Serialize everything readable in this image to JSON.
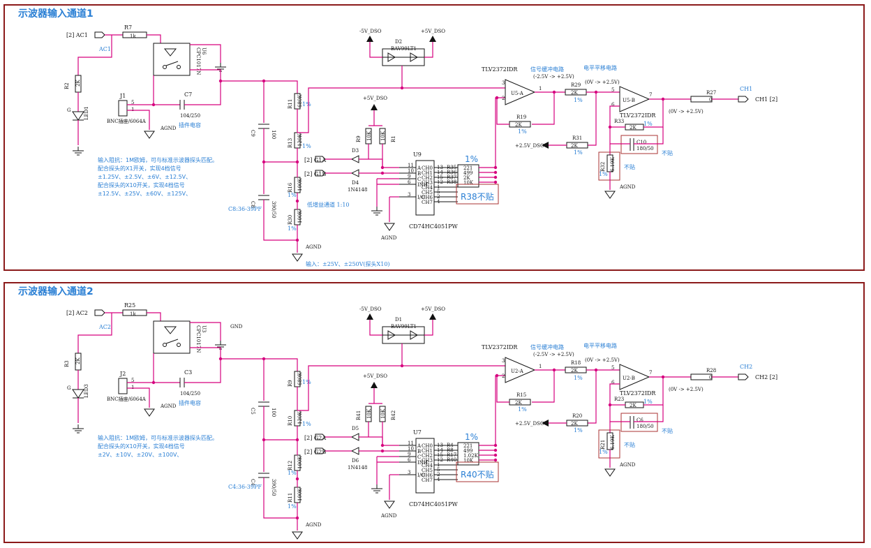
{
  "panel1": {
    "title": "示波器输入通道1",
    "in_label": "[2] AC1",
    "in_net": "AC1",
    "r7": "R7",
    "r7v": "1k",
    "r2": "R2",
    "r2v": "2K",
    "g_label": "G",
    "led": "LED1",
    "relay": "CPC1017N",
    "relay_u": "U6",
    "j": "J1",
    "bnc": "BNC插座/6064A",
    "c7": "C7",
    "c7v": "104/250",
    "cap_note": "插件电容",
    "c9": "C9",
    "c9v": "100",
    "c8": "C8",
    "c8v": "390/50",
    "c8note": "C8:36-39PF",
    "r11": "R11",
    "r11v": "680K",
    "r13": "R13",
    "r13v": "120K",
    "r16": "R16",
    "r16v": "100K",
    "r30": "R30",
    "r30v": "100K",
    "pct": "1%",
    "divider": "低增益通道 1:10",
    "input_note": "输入：±25V、±250V(探头X10)",
    "agnd": "AGND",
    "note_lines": [
      "输入阻抗：1M欧姆，可与标准示波器探头匹配。",
      "配合探头的X1开关，实现4档信号",
      "±1.25V、±2.5V、±6V、±12.5V、",
      "配合探头的X10开关，实现4档信号",
      "±12.5V、±25V、±60V、±125V、"
    ],
    "d2": "D2",
    "d2v": "BAV99LT1",
    "neg5": "-5V_DSO",
    "pos5": "+5V_DSO",
    "ga": "[2] G1A",
    "gb": "[2] G1B",
    "d3": "D3",
    "d4": "D4",
    "d4v": "1N4148",
    "r9": "R9",
    "r9v": "10K",
    "r1": "R1",
    "r1v": "10K",
    "u9": "U9",
    "mux": "CD74HC4051PW",
    "mux_left": [
      "A",
      "B",
      "C",
      "INH",
      "I/O"
    ],
    "mux_left_pins": [
      "11",
      "10",
      "9",
      "6",
      "3"
    ],
    "mux_right": [
      "CH0",
      "CH1",
      "CH2",
      "CH3",
      "CH4",
      "CH5",
      "CH6",
      "CH7"
    ],
    "mux_right_pins": [
      "13",
      "14",
      "15",
      "12",
      "1",
      "5",
      "2",
      "4"
    ],
    "rn": [
      "R35",
      "R36",
      "R37",
      "R38"
    ],
    "rv": [
      "221",
      "499",
      "2K",
      "10K"
    ],
    "r38_nf": "R38不贴",
    "op_a": "TLV2372IDR",
    "u5a": "U5-A",
    "u5b": "U5-B",
    "op_b": "TLV2372IDR",
    "buf": "信号缓冲电路",
    "buf_range": "(-2.5V -> +2.5V)",
    "shift": "电平平移电路",
    "shift_range": "(0V -> +2.5V)",
    "r19": "R19",
    "r19v": "2K",
    "r29": "R29",
    "r29v": "2K",
    "r31": "R31",
    "r31v": "2K",
    "r33": "R33",
    "r33v": "2K",
    "r32": "R32",
    "r32v": "6.19K",
    "nf": "不贴",
    "c10": "C10",
    "c10v": "180/50",
    "vbias": "+2.5V_DSO",
    "r27": "R27",
    "r27v": "0",
    "out_net": "CH1",
    "out_label": "CH1 [2]",
    "out_range": "(0V -> +2.5V)",
    "pins": [
      "3",
      "2",
      "1",
      "5",
      "6",
      "7"
    ]
  },
  "panel2": {
    "title": "示波器输入通道2",
    "in_label": "[2] AC2",
    "in_net": "AC2",
    "r7": "R25",
    "r7v": "1k",
    "r2": "R3",
    "r2v": "2K",
    "g_label": "G",
    "led": "LED3",
    "relay": "CPC1017N",
    "relay_u": "U3",
    "j": "J2",
    "bnc": "BNC插座/6064A",
    "c7": "C3",
    "c7v": "104/250",
    "cap_note": "插件电容",
    "c9": "C5",
    "c9v": "100",
    "c8": "C4",
    "c8v": "390/50",
    "c8note": "C4:36-39PF",
    "r11": "R9",
    "r11v": "680K",
    "r13": "R10",
    "r13v": "120K",
    "r16": "R12",
    "r16v": "100K",
    "r30": "R11",
    "r30v": "100K",
    "pct": "1%",
    "input_note": "",
    "agnd": "AGND",
    "gnd": "GND",
    "note_lines": [
      "输入阻抗：1M欧姆，可与标准示波器探头匹配。",
      "配合探头的X10开关，实现4档信号",
      "±2V、±10V、±20V、±100V、"
    ],
    "d2": "D1",
    "d2v": "BAV99LT1",
    "neg5": "-5V_DSO",
    "pos5": "+5V_DSO",
    "ga": "[2] G2A",
    "gb": "[2] G2B",
    "d3": "D5",
    "d4": "D6",
    "d4v": "1N4148",
    "r9": "R41",
    "r9v": "10K",
    "r1": "R42",
    "r1v": "10K",
    "u9": "U7",
    "mux": "CD74HC4051PW",
    "mux_left": [
      "A",
      "B",
      "C",
      "INH",
      "I/O"
    ],
    "mux_left_pins": [
      "11",
      "10",
      "9",
      "6",
      "3"
    ],
    "mux_right": [
      "CH0",
      "CH1",
      "CH2",
      "CH3",
      "CH4",
      "CH5",
      "CH6",
      "CH7"
    ],
    "mux_right_pins": [
      "13",
      "14",
      "15",
      "12",
      "1",
      "5",
      "2",
      "4"
    ],
    "rn": [
      "R4",
      "R8",
      "R17",
      "R40"
    ],
    "rv": [
      "221",
      "499",
      "1.02K",
      "10K"
    ],
    "r38_nf": "R40不贴",
    "op_a": "TLV2372IDR",
    "u5a": "U2-A",
    "u5b": "U2-B",
    "op_b": "TLV2372IDR",
    "buf": "信号缓冲电路",
    "buf_range": "(-2.5V -> +2.5V)",
    "shift": "电平平移电路",
    "shift_range": "(0V -> +2.5V)",
    "r19": "R15",
    "r19v": "2K",
    "r29": "R18",
    "r29v": "2K",
    "r31": "R20",
    "r31v": "2K",
    "r33": "R23",
    "r33v": "2K",
    "r32": "R21",
    "r32v": "6.19K",
    "nf": "不贴",
    "c10": "C6",
    "c10v": "180/50",
    "vbias": "+2.5V_DSO",
    "r27": "R28",
    "r27v": "0",
    "out_net": "CH2",
    "out_label": "CH2 [2]",
    "out_range": "(0V -> +2.5V)",
    "pins": [
      "3",
      "2",
      "1",
      "5",
      "6",
      "7"
    ]
  },
  "colors": {
    "wire": "#d6007e",
    "frame": "#8b1a1a",
    "note": "#2a7fd4"
  }
}
